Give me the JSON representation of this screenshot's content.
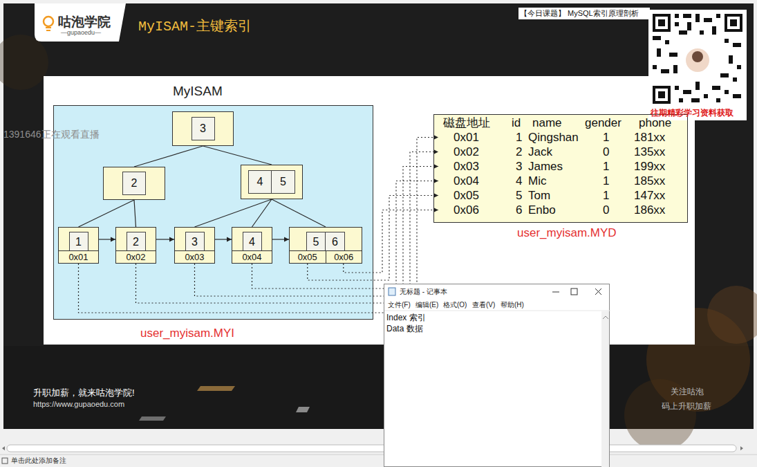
{
  "diagram": {
    "title": "MyISAM-主键索引",
    "nodes": [
      {
        "text": [
          "MyISAM"
        ]
      },
      {
        "text": [
          "3"
        ],
        "in": 0
      },
      {
        "text": [
          "2"
        ],
        "in": 0
      },
      {
        "text": [
          "4",
          "5"
        ],
        "in": 0
      },
      {
        "text": [
          "1",
          "0x01"
        ],
        "in": 0
      },
      {
        "text": [
          "2",
          "0x02"
        ],
        "in": 0
      },
      {
        "text": [
          "3",
          "0x03"
        ],
        "in": 0
      },
      {
        "text": [
          "4",
          "0x04"
        ],
        "in": 0
      },
      {
        "text": [
          "5",
          "6",
          "0x05",
          "0x06"
        ],
        "in": 0
      },
      {
        "text": [
          "磁盘地址",
          "id",
          "name",
          "gender",
          "phone"
        ]
      },
      {
        "text": [
          "0x01",
          "1",
          "Qingshan",
          "1",
          "181xx"
        ],
        "in": 9
      },
      {
        "text": [
          "0x02",
          "2",
          "Jack",
          "0",
          "135xx"
        ],
        "in": 9
      },
      {
        "text": [
          "0x03",
          "3",
          "James",
          "1",
          "199xx"
        ],
        "in": 9
      },
      {
        "text": [
          "0x04",
          "4",
          "Mic",
          "1",
          "185xx"
        ],
        "in": 9
      },
      {
        "text": [
          "0x05",
          "5",
          "Tom",
          "1",
          "147xx"
        ],
        "in": 9
      },
      {
        "text": [
          "0x06",
          "6",
          "Enbo",
          "0",
          "186xx"
        ],
        "in": 9
      }
    ],
    "edges": [
      {
        "from": 1,
        "to": 2,
        "arrow": "none"
      },
      {
        "from": 1,
        "to": 3,
        "arrow": "none"
      },
      {
        "from": 2,
        "to": 4,
        "arrow": "none"
      },
      {
        "from": 2,
        "to": 5,
        "arrow": "none"
      },
      {
        "from": 3,
        "to": 6,
        "arrow": "none"
      },
      {
        "from": 3,
        "to": 7,
        "arrow": "none"
      },
      {
        "from": 3,
        "to": 8,
        "arrow": "none"
      },
      {
        "from": 4,
        "to": 5,
        "arrow": "to"
      },
      {
        "from": 5,
        "to": 6,
        "arrow": "to"
      },
      {
        "from": 6,
        "to": 7,
        "arrow": "to"
      },
      {
        "from": 7,
        "to": 8,
        "arrow": "to"
      },
      {
        "from": 4,
        "to": 10,
        "arrow": "to"
      },
      {
        "from": 5,
        "to": 11,
        "arrow": "to"
      },
      {
        "from": 6,
        "to": 12,
        "arrow": "to"
      },
      {
        "from": 7,
        "to": 13,
        "arrow": "to"
      },
      {
        "from": 8,
        "to": 14,
        "arrow": "to"
      },
      {
        "from": 8,
        "to": 15,
        "arrow": "to"
      }
    ],
    "labels": [
      "咕泡学院",
      "—gupaoedu—",
      "【今日课题】 MySQL索引原理剖析",
      "往期精彩学习资料获取",
      "1391646正在观看直播",
      "user_myisam.MYD",
      "user_myisam.MYI",
      "无标题 - 记事本",
      "文件(F)",
      "编辑(E)",
      "格式(O)",
      "查看(V)",
      "帮助(H)",
      "Index 索引",
      "Data 数据",
      "升职加薪，就来咕泡学院!",
      "https://www.gupaoedu.com",
      "关注咕泡",
      "码上升职加薪",
      "单击此处添加备注"
    ]
  }
}
